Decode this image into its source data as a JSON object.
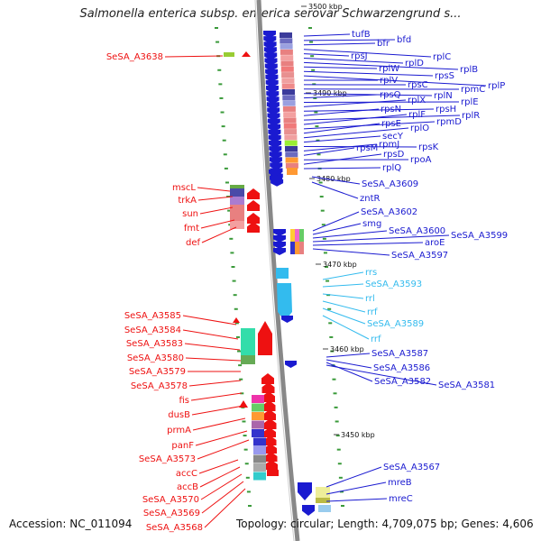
{
  "title": "Salmonella enterica subsp. enterica serovar Schwarzengrund s...",
  "accession": "Accession: NC_011094",
  "topology": "Topology: circular; Length: 4,709,075 bp; Genes: 4,606",
  "colors": {
    "forward_gene": "#ee1111",
    "reverse_gene": "#1a1ad0",
    "rna_gene": "#33bbee",
    "backbone": "#888888"
  },
  "scale_labels": [
    "3500 kbp",
    "3490 kbp",
    "3480 kbp",
    "3470 kbp",
    "3460 kbp",
    "3450 kbp"
  ],
  "left_labels": [
    "SeSA_A3638",
    "mscL",
    "trkA",
    "sun",
    "fmt",
    "def",
    "SeSA_A3585",
    "SeSA_A3584",
    "SeSA_A3583",
    "SeSA_A3580",
    "SeSA_A3579",
    "SeSA_A3578",
    "fis",
    "dusB",
    "prmA",
    "panF",
    "SeSA_A3573",
    "accC",
    "accB",
    "SeSA_A3570",
    "SeSA_A3569",
    "SeSA_A3568"
  ],
  "right_labels": [
    "tufB",
    "bfd",
    "bfr",
    "rplC",
    "rpsJ",
    "rplD",
    "rplB",
    "rplW",
    "rpsS",
    "rplP",
    "rplV",
    "rpsC",
    "rpmC",
    "rplN",
    "rpsQ",
    "rplE",
    "rplX",
    "rpsH",
    "rpsN",
    "rplR",
    "rplF",
    "rpmD",
    "rpsE",
    "rplO",
    "secY",
    "rpsK",
    "rpmJ",
    "rpsM",
    "rpoA",
    "rpsD",
    "rplQ",
    "SeSA_A3609",
    "zntR",
    "SeSA_A3602",
    "smg",
    "SeSA_A3600",
    "SeSA_A3599",
    "aroE",
    "SeSA_A3597",
    "rrs",
    "SeSA_A3593",
    "rrl",
    "rrf",
    "SeSA_A3589",
    "rrf",
    "SeSA_A3587",
    "SeSA_A3586",
    "SeSA_A3582",
    "SeSA_A3581",
    "SeSA_A3567",
    "mreB",
    "mreC"
  ],
  "rna_labels": [
    "rrs",
    "SeSA_A3593",
    "rrl",
    "rrf",
    "SeSA_A3589",
    "rrf"
  ]
}
